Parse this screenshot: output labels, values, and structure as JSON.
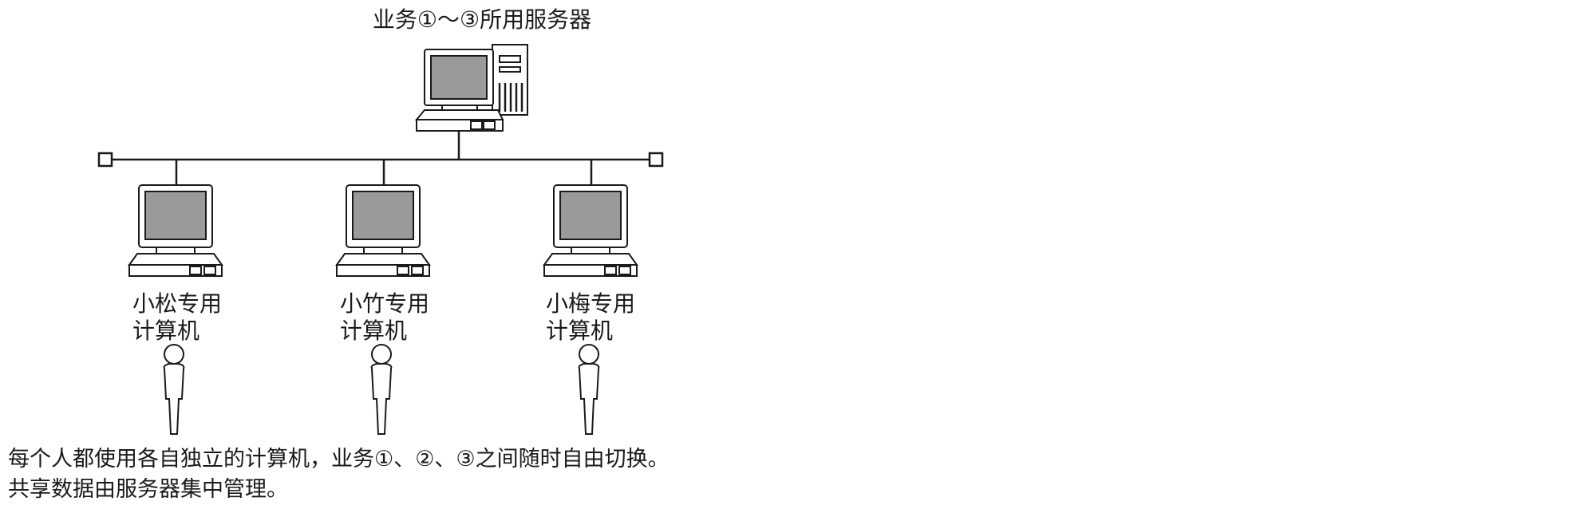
{
  "server": {
    "label": "业务①～③所用服务器",
    "icon": "server-tower-icon"
  },
  "workstations": [
    {
      "label_line1": "小松专用",
      "label_line2": "计算机",
      "icon": "desktop-computer-icon",
      "user_icon": "person-icon"
    },
    {
      "label_line1": "小竹专用",
      "label_line2": "计算机",
      "icon": "desktop-computer-icon",
      "user_icon": "person-icon"
    },
    {
      "label_line1": "小梅专用",
      "label_line2": "计算机",
      "icon": "desktop-computer-icon",
      "user_icon": "person-icon"
    }
  ],
  "caption": {
    "line1": "每个人都使用各自独立的计算机，业务①、②、③之间随时自由切换。",
    "line2": "共享数据由服务器集中管理。"
  },
  "colors": {
    "ink": "#1a1a1a",
    "screen": "#9a9a9a",
    "background": "#ffffff"
  }
}
